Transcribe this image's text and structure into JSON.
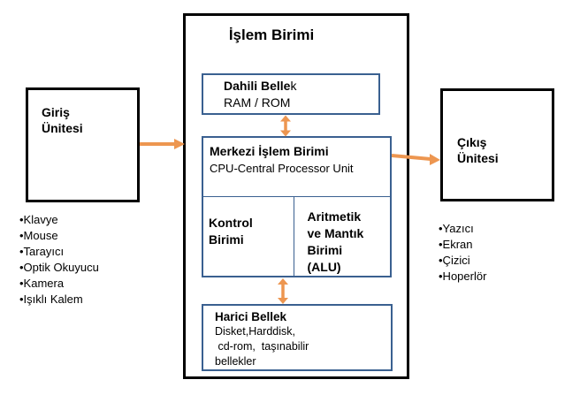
{
  "colors": {
    "box_border_blue": "#3A6090",
    "box_border_black": "#000000",
    "arrow_orange": "#ED9650"
  },
  "processing_unit": {
    "title": "İşlem Birimi"
  },
  "internal_memory": {
    "title_bold": "Dahili Belle",
    "title_rest": "k",
    "subtitle": "RAM / ROM"
  },
  "cpu": {
    "title": "Merkezi İşlem Birimi",
    "subtitle": "CPU-Central Processor Unit",
    "control_unit_lines": [
      "Kontrol",
      "Birimi"
    ],
    "alu_lines": [
      "Aritmetik",
      "ve Mantık",
      "Birimi",
      "(ALU)"
    ]
  },
  "external_memory": {
    "title": "Harici Bellek",
    "lines": [
      "Disket,Harddisk,",
      " cd-rom,  taşınabilir",
      "bellekler"
    ]
  },
  "input_unit": {
    "title_lines": [
      "Giriş",
      "Ünitesi"
    ],
    "devices": [
      "•Klavye",
      "•Mouse",
      "•Tarayıcı",
      "•Optik Okuyucu",
      "•Kamera",
      "•Işıklı Kalem"
    ]
  },
  "output_unit": {
    "title_lines": [
      "Çıkış",
      "Ünitesi"
    ],
    "devices": [
      "•Yazıcı",
      "•Ekran",
      "•Çizici",
      "•Hoperlör"
    ]
  }
}
